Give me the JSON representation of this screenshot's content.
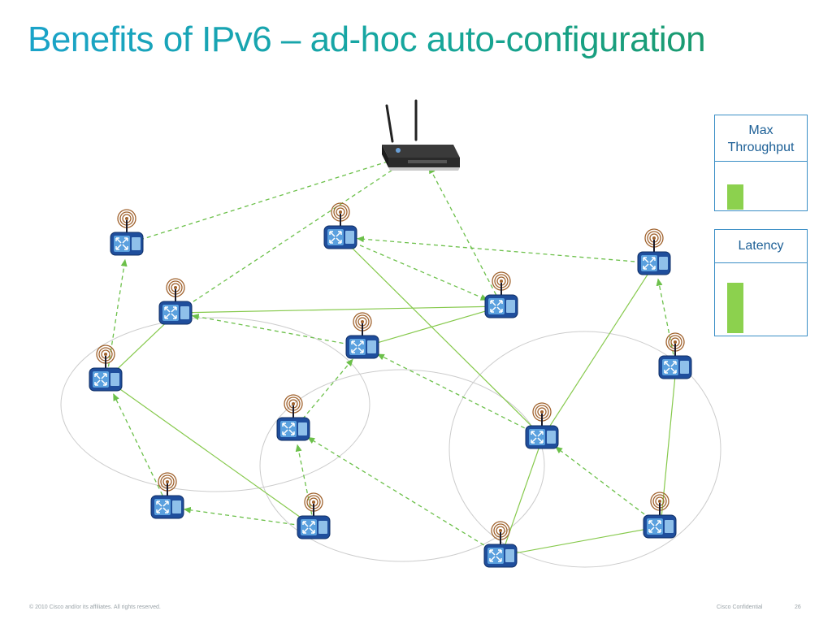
{
  "slide": {
    "title": "Benefits of IPv6 – ad-hoc auto-configuration"
  },
  "meters": [
    {
      "label": "Max Throughput",
      "level": 0.5
    },
    {
      "label": "Latency",
      "level": 0.68
    }
  ],
  "footer": {
    "copyright": "© 2010 Cisco and/or its affiliates. All rights reserved.",
    "confidential": "Cisco Confidential",
    "page": "26"
  },
  "diagram": {
    "access_point": {
      "icon": "wireless-router-icon"
    },
    "nodes": [
      {
        "id": "n1",
        "icon": "mesh-router-icon"
      },
      {
        "id": "n2",
        "icon": "mesh-router-icon"
      },
      {
        "id": "n3",
        "icon": "mesh-router-icon"
      },
      {
        "id": "n4",
        "icon": "mesh-router-icon"
      },
      {
        "id": "n5",
        "icon": "mesh-router-icon"
      },
      {
        "id": "n6",
        "icon": "mesh-router-icon"
      },
      {
        "id": "n7",
        "icon": "mesh-router-icon"
      },
      {
        "id": "n8",
        "icon": "mesh-router-icon"
      },
      {
        "id": "n9",
        "icon": "mesh-router-icon"
      },
      {
        "id": "n10",
        "icon": "mesh-router-icon"
      },
      {
        "id": "n11",
        "icon": "mesh-router-icon"
      },
      {
        "id": "n12",
        "icon": "mesh-router-icon"
      },
      {
        "id": "n13",
        "icon": "mesh-router-icon"
      },
      {
        "id": "n14",
        "icon": "mesh-router-icon"
      },
      {
        "id": "n15",
        "icon": "mesh-router-icon"
      }
    ],
    "solid_links": [
      [
        "n4",
        "n3"
      ],
      [
        "n4",
        "n11"
      ],
      [
        "n3",
        "n5"
      ],
      [
        "n6",
        "n5"
      ],
      [
        "n10",
        "n2"
      ],
      [
        "n10",
        "n7"
      ],
      [
        "n12",
        "n10"
      ],
      [
        "n12",
        "n14"
      ],
      [
        "n14",
        "n13"
      ]
    ],
    "dashed_arrows": [
      [
        "n1",
        "ap"
      ],
      [
        "n3",
        "ap"
      ],
      [
        "n5",
        "ap"
      ],
      [
        "n4",
        "n1"
      ],
      [
        "n6",
        "n3"
      ],
      [
        "n2",
        "n5"
      ],
      [
        "n8",
        "n4"
      ],
      [
        "n11",
        "n8"
      ],
      [
        "n11",
        "n9"
      ],
      [
        "n9",
        "n6"
      ],
      [
        "n10",
        "n6"
      ],
      [
        "n12",
        "n9"
      ],
      [
        "n14",
        "n10"
      ],
      [
        "n13",
        "n7"
      ],
      [
        "n7",
        "n2"
      ]
    ],
    "colors": {
      "solid_link": "#86c94c",
      "dashed_link": "#6cc04a",
      "node_fill": "#1f4e9c",
      "node_inner": "#5aa0de",
      "signal": "#a0622d",
      "cluster_outline": "#cccccc"
    }
  }
}
